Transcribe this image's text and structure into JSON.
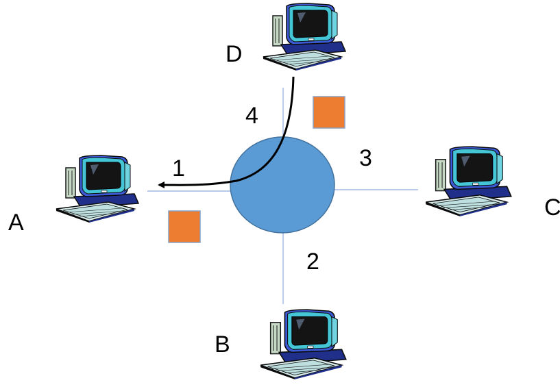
{
  "nodes": {
    "A": {
      "label": "A"
    },
    "B": {
      "label": "B"
    },
    "C": {
      "label": "C"
    },
    "D": {
      "label": "D"
    }
  },
  "ports": {
    "p1": "1",
    "p2": "2",
    "p3": "3",
    "p4": "4"
  },
  "icons": {
    "computer": "desktop-computer-icon",
    "hub": "hub-circle",
    "packet": "packet-square"
  },
  "colors": {
    "hub_fill": "#5b9bd5",
    "hub_stroke": "#41719c",
    "packet_fill": "#ed7d31",
    "packet_stroke": "#8aa0c0",
    "link": "#8faadc",
    "arrow": "#000000"
  }
}
